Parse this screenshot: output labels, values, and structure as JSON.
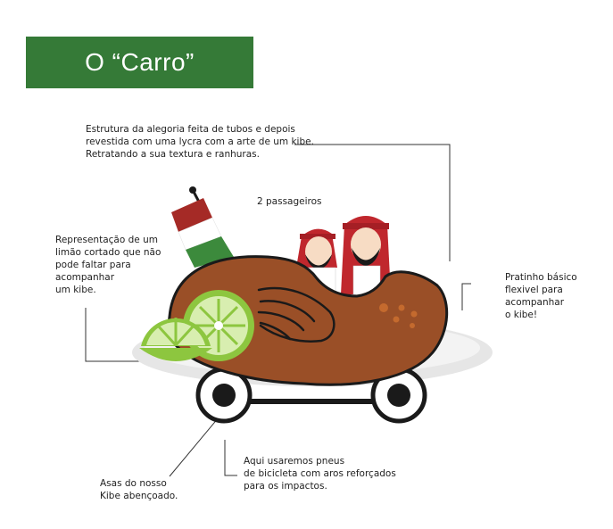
{
  "title": "O “Carro”",
  "notes": {
    "structure": "Estrutura da alegoria feita de tubos e depois\nrevestida com uma lycra com a arte de um kibe.\nRetratando a sua textura e ranhuras.",
    "passengers": "2 passageiros",
    "lemon": "Representação de um\nlimão cortado que não\npode faltar para\nacompanhar\num kibe.",
    "plate": "Pratinho básico\nflexivel para\nacompanhar\no kibe!",
    "wheels": "Aqui usaremos pneus\nde bicicleta com aros reforçados\npara os impactos.",
    "wings": "Asas do nosso\nKibe abençoado."
  },
  "colors": {
    "banner": "#357a37",
    "kibe": "#9a4f27",
    "kibe_outline": "#1a1a1a",
    "lime": "#8dc63f",
    "lime_light": "#d8eeb0",
    "plate": "#e4e4e4",
    "flag_red": "#a52a26",
    "flag_green": "#3c8a3c",
    "headdress": "#c0272d"
  }
}
